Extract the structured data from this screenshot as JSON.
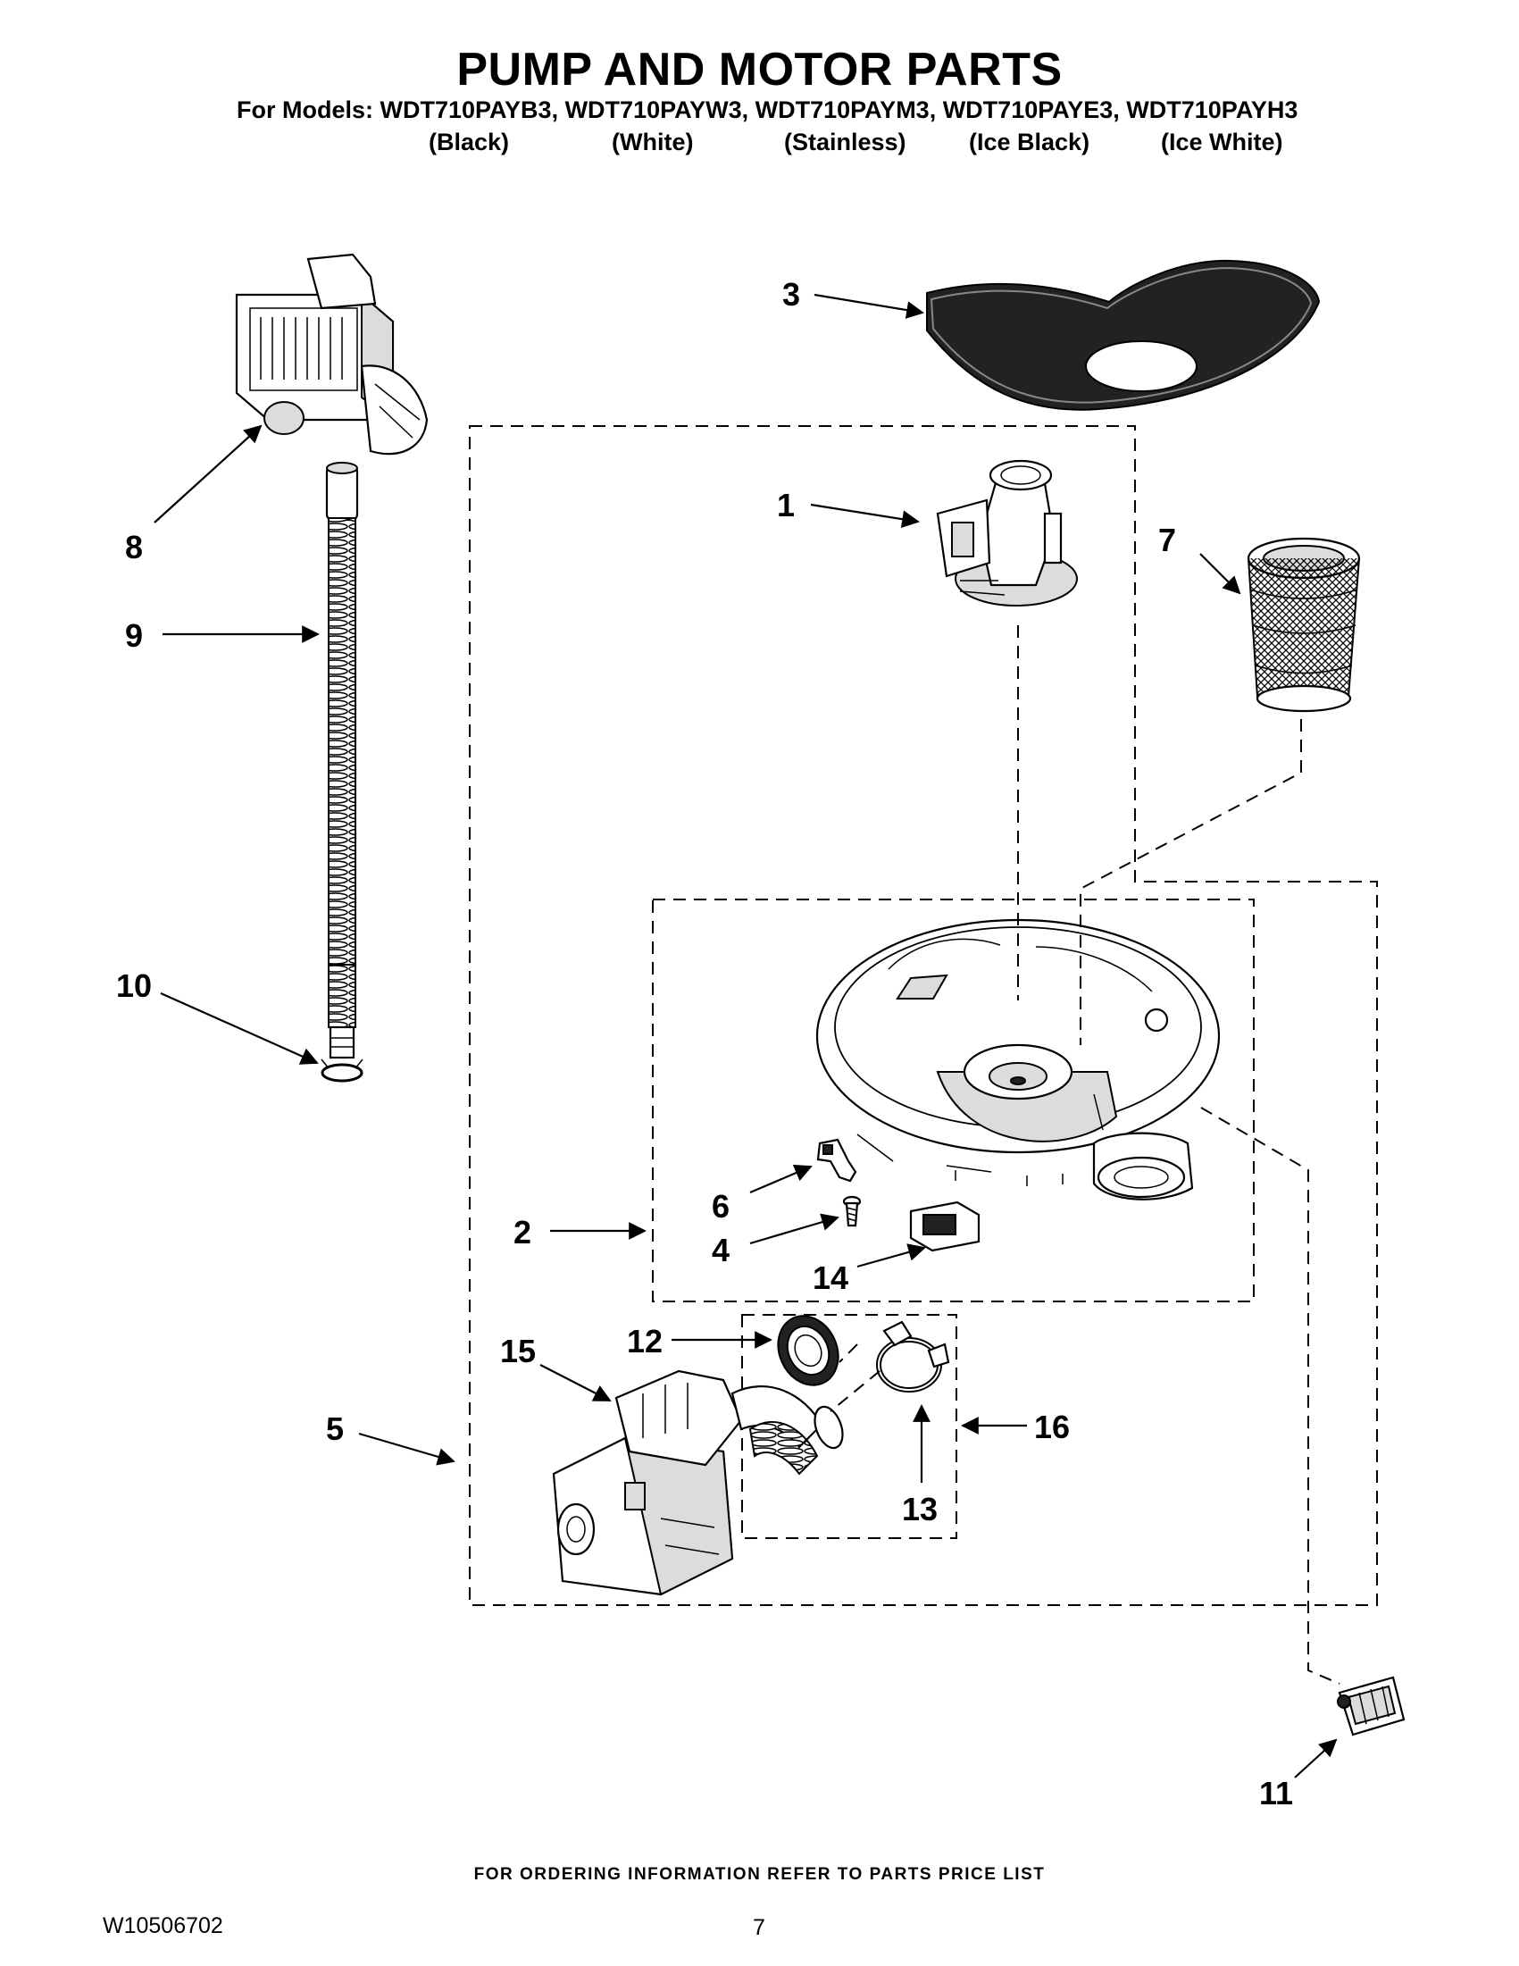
{
  "header": {
    "title": "PUMP AND MOTOR PARTS",
    "models_line": "For Models: WDT710PAYB3, WDT710PAYW3, WDT710PAYM3, WDT710PAYE3, WDT710PAYH3",
    "variants": [
      "(Black)",
      "(White)",
      "(Stainless)",
      "(Ice Black)",
      "(Ice White)"
    ]
  },
  "callouts": {
    "c1": "1",
    "c2": "2",
    "c3": "3",
    "c4": "4",
    "c5": "5",
    "c6": "6",
    "c7": "7",
    "c8": "8",
    "c9": "9",
    "c10": "10",
    "c11": "11",
    "c12": "12",
    "c13": "13",
    "c14": "14",
    "c15": "15",
    "c16": "16"
  },
  "footer": {
    "ordering_note": "FOR ORDERING INFORMATION REFER TO PARTS PRICE LIST",
    "document_number": "W10506702",
    "page_number": "7"
  }
}
